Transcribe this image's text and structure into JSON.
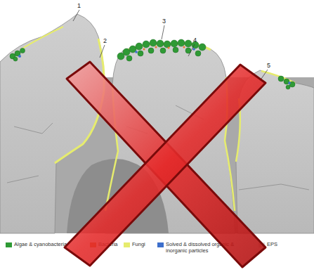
{
  "diagram": {
    "labels": [
      "1",
      "2",
      "3",
      "4",
      "5"
    ],
    "legend": [
      {
        "text": "Algae & cyanobacteria",
        "color": "#2f9a35"
      },
      {
        "text": "Bacteria",
        "color": "#e8792b"
      },
      {
        "text": "Fungi",
        "color": "#e6ec6e"
      },
      {
        "text": "Solved & dissolved organic & inorganic particles",
        "color": "#3d6fcc"
      },
      {
        "text": "EPS",
        "color": "#d9d9d9"
      }
    ]
  }
}
